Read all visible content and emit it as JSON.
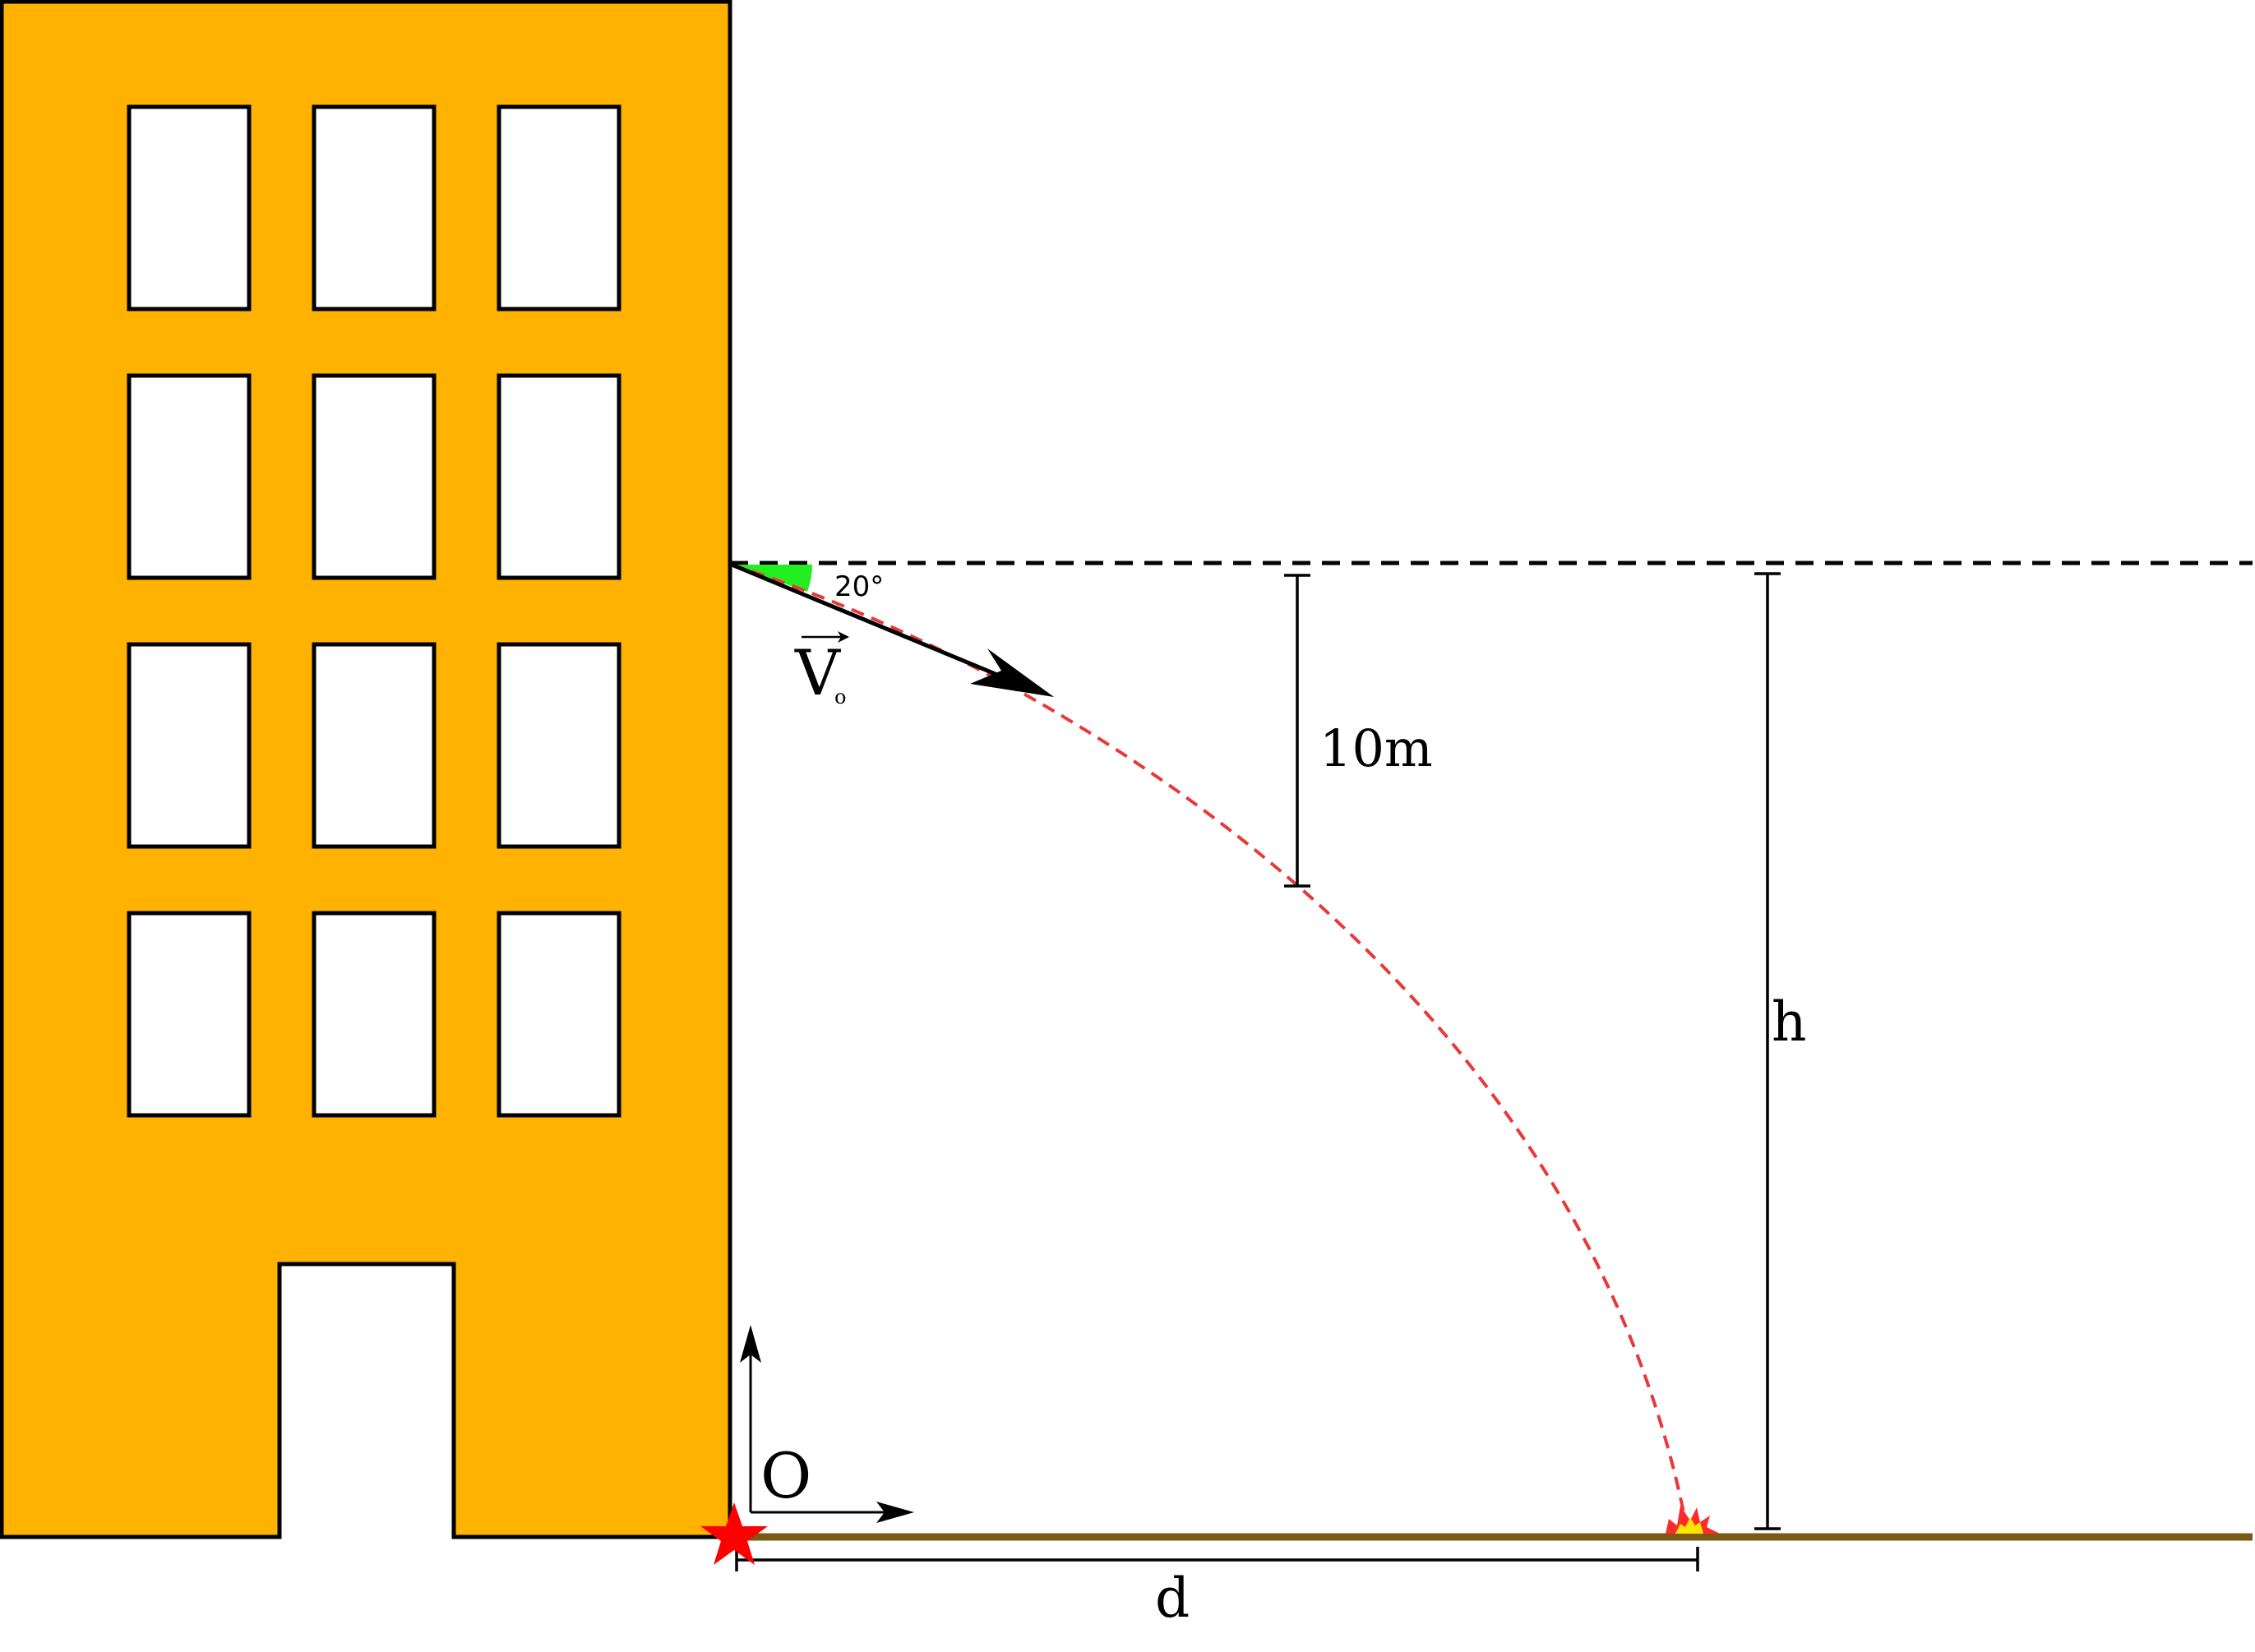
{
  "labels": {
    "angle": "20°",
    "velocity_letter": "V",
    "velocity_subscript": "o",
    "dimension_10m": "10m",
    "height": "h",
    "distance": "d",
    "origin": "O"
  },
  "colors": {
    "building": "#FFB200",
    "ground": "#7A5A14",
    "trajectory": "#E8393A",
    "angle_wedge": "#22EE22",
    "star": "#FF0000",
    "impact_outer": "#FF2A2A",
    "impact_inner": "#FFE600"
  }
}
